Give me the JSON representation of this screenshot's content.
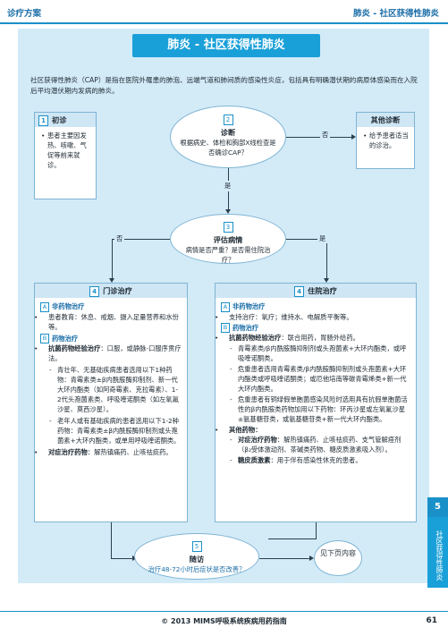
{
  "header": {
    "left": "诊疗方案",
    "right": "肺炎 - 社区获得性肺炎"
  },
  "title": "肺炎 - 社区获得性肺炎",
  "intro": "社区获得性肺炎（CAP）是指在医院外罹患的肺泡、远端气道和肺间质的感染性炎症，包括具有明确潜伏期的病原体感染而在入院后平均潜伏期内发病的肺炎。",
  "step1": {
    "num": "1",
    "title": "初诊",
    "text": "患者主要因发热、咳嗽、气促等前来就诊。"
  },
  "step2": {
    "num": "2",
    "title": "诊断",
    "text": "根据病史、体检和胸部X线检查是否确诊CAP？"
  },
  "other_dx": {
    "title": "其他诊断",
    "text": "给予患者适当的诊治。"
  },
  "labels": {
    "no1": "否",
    "yes1": "是",
    "no2": "否",
    "yes2": "是"
  },
  "step3": {
    "num": "3",
    "title": "评估病情",
    "text": "病情是否严重？是否需住院治疗？"
  },
  "outpatient": {
    "num": "4",
    "title": "门诊治疗",
    "a_label": "A",
    "a_title": "非药物治疗",
    "a_text": "患者教育：休息、戒烟、摄入足量营养和水份等。",
    "b_label": "B",
    "b_title": "药物治疗",
    "b_bold": "抗菌药物经验治疗",
    "b_text": "：口服，或静脉-口服序贯疗法。",
    "dash1": "青壮年、无基础疾病患者选用以下1种药物：青霉素类±β内酰胺酶抑制剂、新一代大环内酯类（如阿奇霉素、克拉霉素）、1-2代头孢菌素类、呼吸喹诺酮类（如左氧氟沙星、莫西沙星）。",
    "dash2": "老年人或有基础疾病的患者选用以下1-2种药物：青霉素类±β内酰胺酶抑制剂或头孢菌素+大环内酯类，或单用呼吸喹诺酮类。",
    "sym_bold": "对症治疗药物",
    "sym_text": "：解热镇痛药、止咳祛痰药。"
  },
  "inpatient": {
    "num": "4",
    "title": "住院治疗",
    "a_label": "A",
    "a_title": "非药物治疗",
    "a_text": "支持治疗：氧疗；维持水、电解质平衡等。",
    "b_label": "B",
    "b_title": "药物治疗",
    "b_bold": "抗菌药物经验治疗",
    "b_text": "：联合用药，胃肠外给药。",
    "dash1": "青霉素类/β内酰胺酶抑制剂或头孢菌素+大环内酯类，或呼吸喹诺酮类。",
    "dash2": "危重患者选用青霉素类/β内酰胺酶抑制剂或头孢菌素+大环内酯类或呼吸喹诺酮类；或厄他培南等碳青霉烯类+新一代大环内酯类。",
    "dash3": "危重患者有铜绿假单胞菌感染风险时选用具有抗假单胞菌活性的β内酰胺类药物加用以下药物：环丙沙星或左氧氟沙星±氨基糖苷类，或氨基糖苷类+新一代大环内酯类。",
    "other_title": "其他药物",
    "sym_bold": "对症治疗药物",
    "sym_text": "：解热镇痛药、止咳祛痰药、支气管解痉剂（β₂受体激动剂、茶碱类药物、糖皮质激素吸入剂）。",
    "steroid_bold": "糖皮质激素",
    "steroid_text": "：用于伴有感染性休克的患者。"
  },
  "step5": {
    "num": "5",
    "title": "随访",
    "text": "治疗48-72小时后症状是否改善？"
  },
  "see_next": "见下页内容",
  "side_tab": {
    "num": "5",
    "text": "社区获得性肺炎"
  },
  "footer": {
    "text": "© 2013 MIMS呼吸系统疾病用药指南",
    "page": "61"
  }
}
